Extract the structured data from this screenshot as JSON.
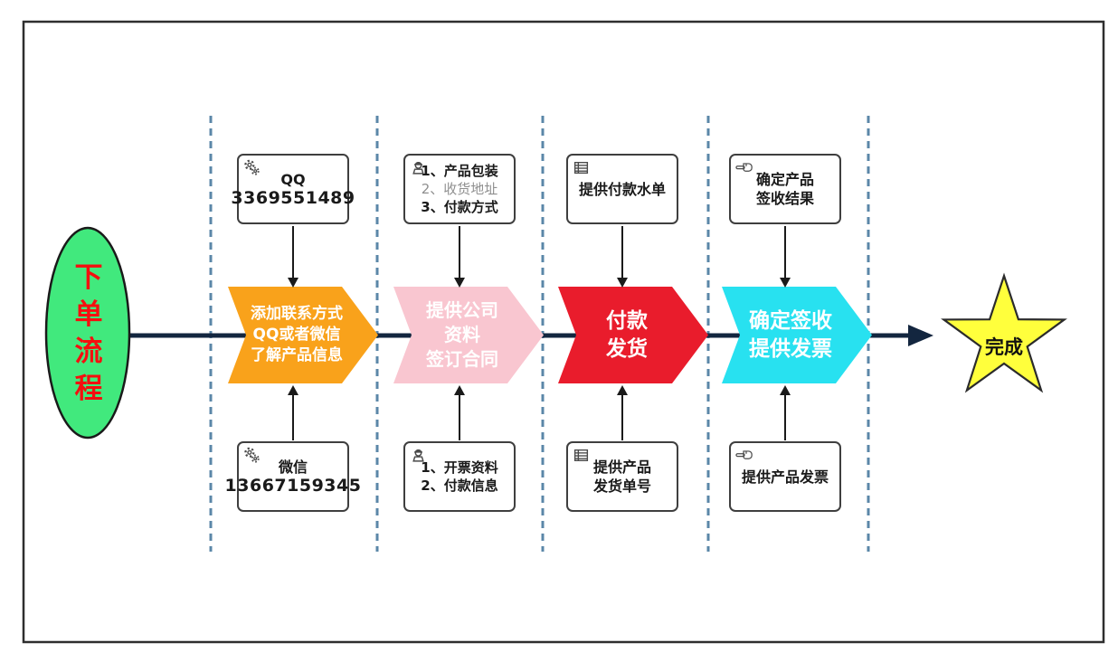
{
  "diagram_title": "下单流程",
  "start": {
    "label": "下\n单\n流\n程",
    "fill": "#41e97d",
    "text_color": "#f50f0f"
  },
  "steps": [
    {
      "label": "添加联系方式\nQQ或者微信\n了解产品信息",
      "color": "#f9a21b"
    },
    {
      "label": "提供公司\n资料\n签订合同",
      "color": "#f9c6d0"
    },
    {
      "label": "付款\n发货",
      "color": "#e91c2c"
    },
    {
      "label": "确定签收\n提供发票",
      "color": "#28e1f0"
    }
  ],
  "top_notes": [
    {
      "icon": "gears-icon",
      "lines": [
        "QQ",
        "3369551489"
      ]
    },
    {
      "icon": "worker-icon",
      "lines": [
        "1、产品包装",
        "2、收货地址",
        "3、付款方式"
      ]
    },
    {
      "icon": "table-icon",
      "lines": [
        "提供付款水单"
      ]
    },
    {
      "icon": "pointing-hand-icon",
      "lines": [
        "确定产品",
        "签收结果"
      ]
    }
  ],
  "bottom_notes": [
    {
      "icon": "gears-icon",
      "lines": [
        "微信",
        "13667159345"
      ]
    },
    {
      "icon": "worker-icon",
      "lines": [
        "1、开票资料",
        "2、付款信息"
      ]
    },
    {
      "icon": "table-icon",
      "lines": [
        "提供产品",
        "发货单号"
      ]
    },
    {
      "icon": "pointing-hand-icon",
      "lines": [
        "提供产品发票"
      ]
    }
  ],
  "end": {
    "label": "完成",
    "fill": "#ffff3c"
  },
  "colors": {
    "main_arrow": "#13263f",
    "divider_dash": "#5b87a8",
    "connector": "#1a1a1a",
    "box_border": "#3f3f3f",
    "outer_border": "#2e2e2e"
  }
}
